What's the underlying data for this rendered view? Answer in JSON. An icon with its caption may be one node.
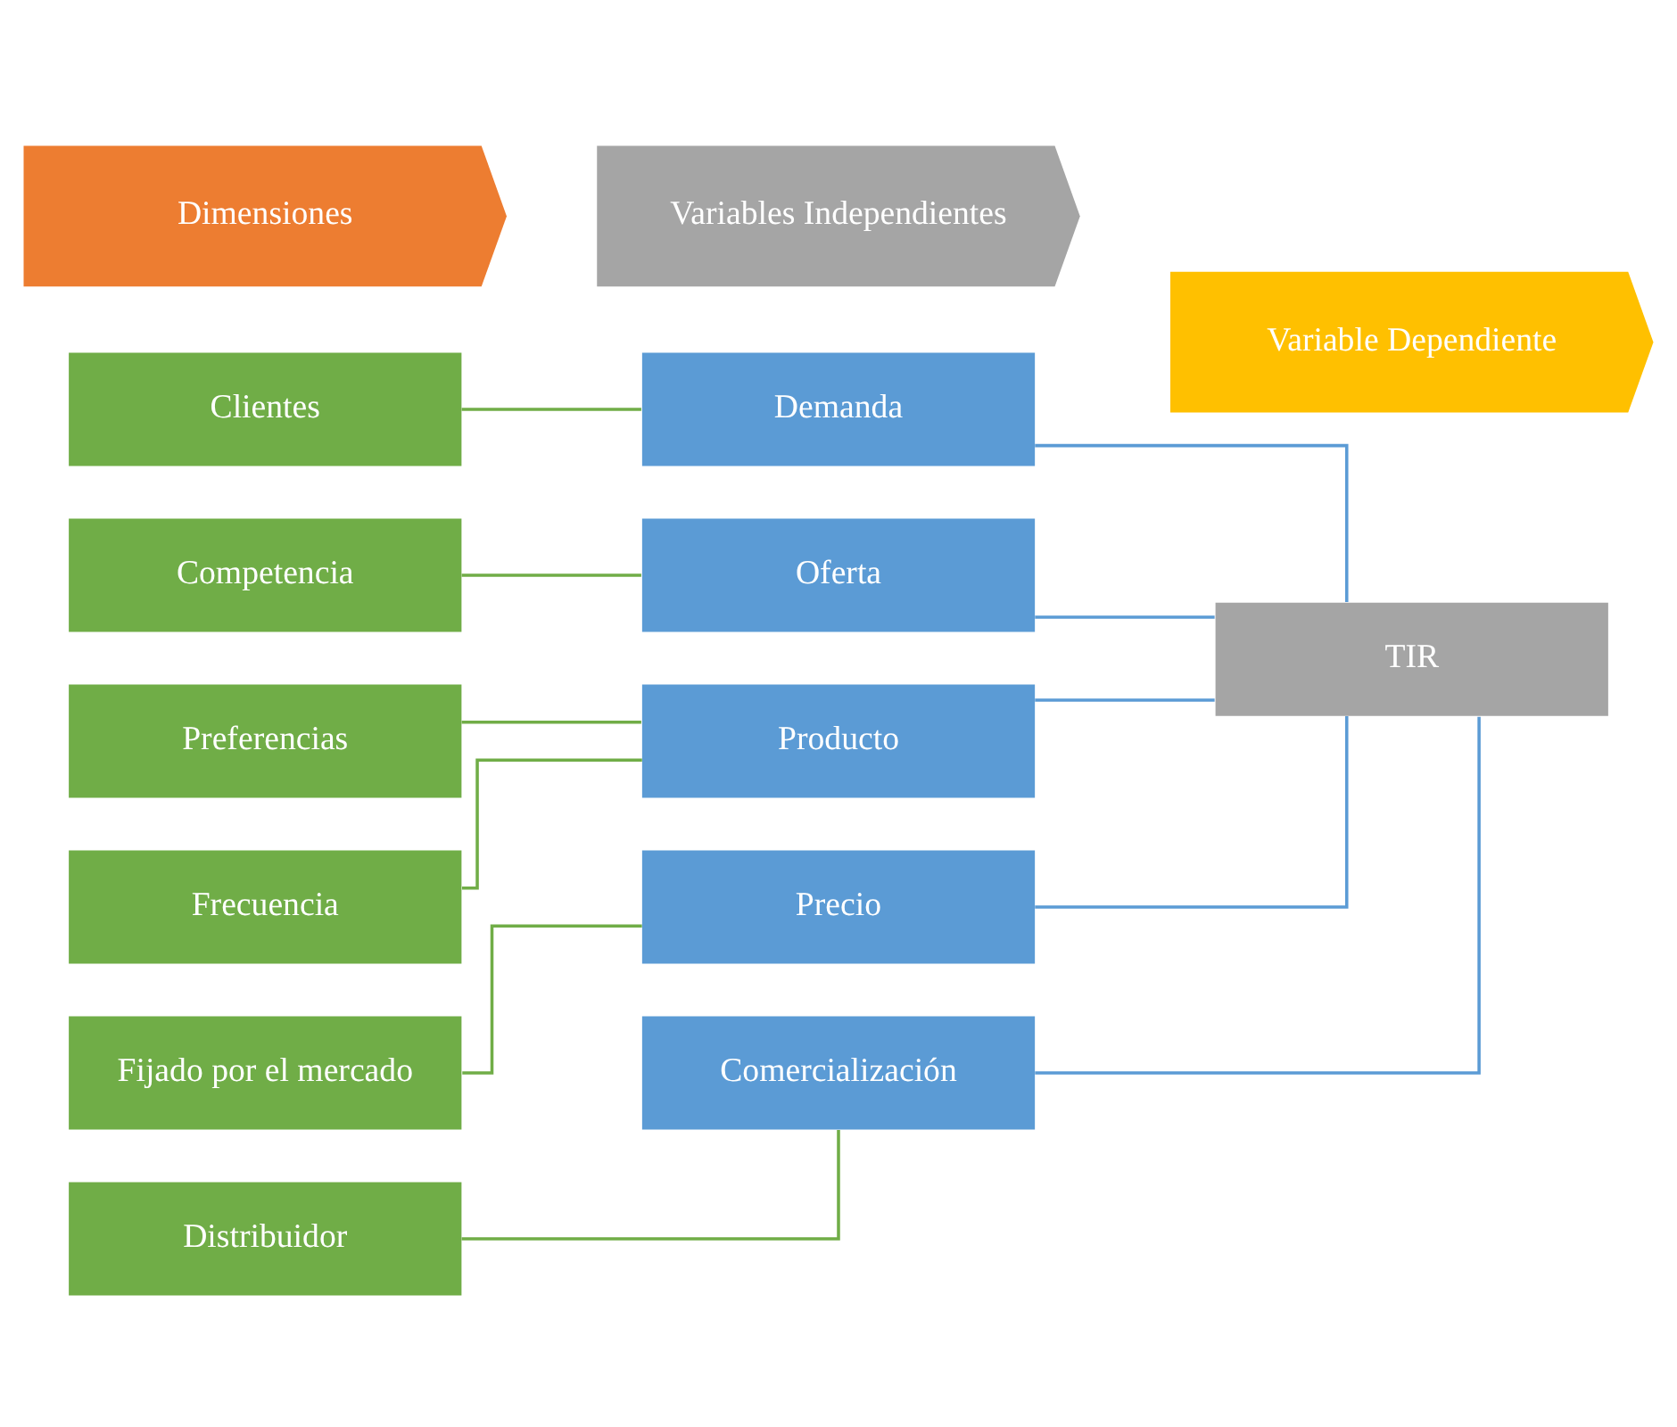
{
  "diagram": {
    "nodes": [
      {
        "text": [
          "Dimensiones"
        ]
      },
      {
        "text": [
          "Variables Independientes"
        ]
      },
      {
        "text": [
          "Variable Dependiente"
        ]
      },
      {
        "text": [
          "Clientes"
        ]
      },
      {
        "text": [
          "Competencia"
        ]
      },
      {
        "text": [
          "Preferencias"
        ]
      },
      {
        "text": [
          "Frecuencia"
        ]
      },
      {
        "text": [
          "Fijado por el mercado"
        ]
      },
      {
        "text": [
          "Distribuidor"
        ]
      },
      {
        "text": [
          "Demanda"
        ]
      },
      {
        "text": [
          "Oferta"
        ]
      },
      {
        "text": [
          "Producto"
        ]
      },
      {
        "text": [
          "Precio"
        ]
      },
      {
        "text": [
          "Comercialización"
        ]
      },
      {
        "text": [
          "TIR"
        ]
      }
    ],
    "edges": [
      {
        "from": 3,
        "to": 9,
        "arrow": "none"
      },
      {
        "from": 4,
        "to": 10,
        "arrow": "none"
      },
      {
        "from": 5,
        "to": 11,
        "arrow": "none"
      },
      {
        "from": 6,
        "to": 11,
        "arrow": "none"
      },
      {
        "from": 7,
        "to": 12,
        "arrow": "none"
      },
      {
        "from": 8,
        "to": 13,
        "arrow": "none"
      },
      {
        "from": 9,
        "to": 14,
        "arrow": "none",
        "color": "#5b9bd5"
      },
      {
        "from": 10,
        "to": 14,
        "arrow": "none",
        "color": "#5b9bd5"
      },
      {
        "from": 11,
        "to": 14,
        "arrow": "none",
        "color": "#5b9bd5"
      },
      {
        "from": 12,
        "to": 14,
        "arrow": "none",
        "color": "#5b9bd5"
      },
      {
        "from": 13,
        "to": 14,
        "arrow": "none",
        "color": "#5b9bd5"
      }
    ]
  }
}
